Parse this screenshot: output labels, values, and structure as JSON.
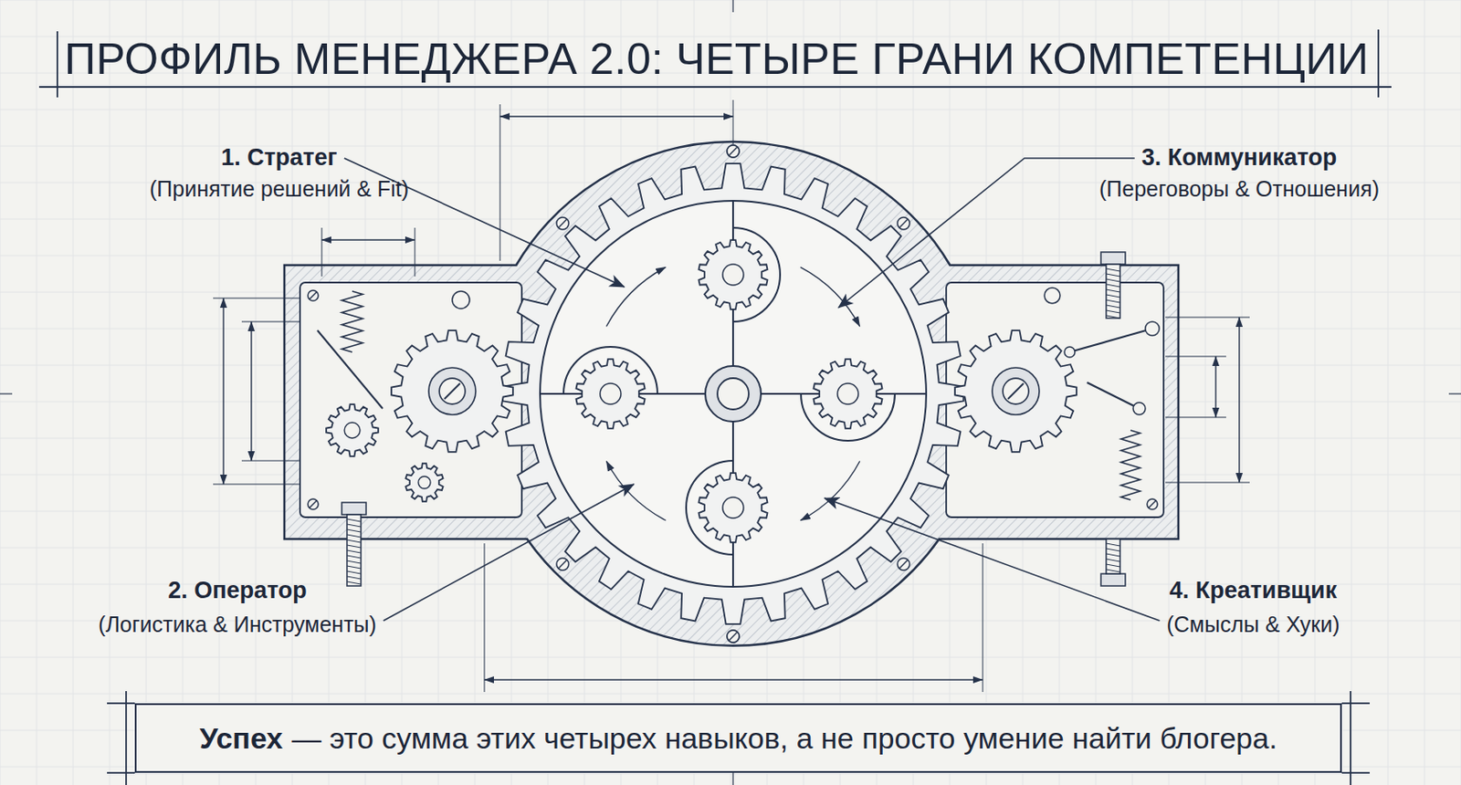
{
  "diagram": {
    "title": "ПРОФИЛЬ МЕНЕДЖЕРА 2.0: ЧЕТЫРЕ ГРАНИ КОМПЕТЕНЦИИ",
    "nodes": [
      {
        "text": [
          "Успех",
          "— это сумма этих четырех навыков, а не просто умение найти блогера."
        ]
      }
    ],
    "labels": [
      "1. Стратег",
      "(Принятие решений & Fit)",
      "3. Коммуникатор",
      "(Переговоры & Отношения)",
      "2. Оператор",
      "(Логистика & Инструменты)",
      "4. Креативщик",
      "(Смыслы & Хуки)"
    ]
  }
}
